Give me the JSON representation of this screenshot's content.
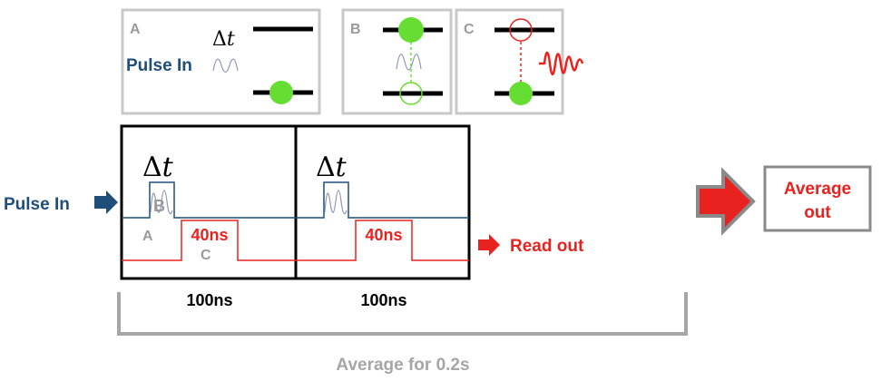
{
  "panels": {
    "a": {
      "letter": "A",
      "pulse_label": "Pulse In",
      "delta": "Δ",
      "t": "t"
    },
    "b": {
      "letter": "B"
    },
    "c": {
      "letter": "C"
    }
  },
  "timing": {
    "pulse_in_label": "Pulse In",
    "readout_label": "Read out",
    "delta": "Δ",
    "t": "t",
    "window_1": {
      "readout_width": "40ns",
      "duration": "100ns"
    },
    "window_2": {
      "readout_width": "40ns",
      "duration": "100ns"
    },
    "marker_a": "A",
    "marker_b": "B",
    "marker_c": "C"
  },
  "average": {
    "output_label_line1": "Average",
    "output_label_line2": "out",
    "bracket_label": "Average for 0.2s"
  },
  "colors": {
    "panel_border": "#c8c8c8",
    "panel_letter": "#9a9a9a",
    "level_line": "#000000",
    "atom_green": "#66dd33",
    "navy": "#1f4e79",
    "pulse_blue": "#8f99bb",
    "red": "#e8231f",
    "gray_arrow": "#8a8a8a",
    "bracket_gray": "#a6a6a6"
  }
}
